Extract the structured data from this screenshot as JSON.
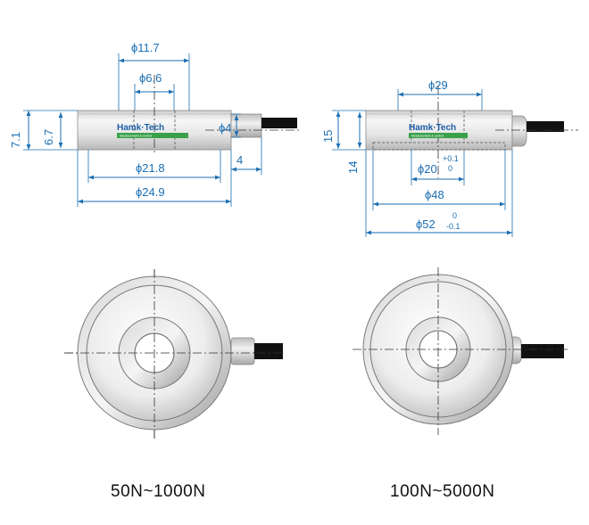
{
  "left": {
    "brand": "Hamk·Tech",
    "brand_sub": "Measurement & control",
    "dims": {
      "d_top": "ϕ11.7",
      "d_inner": "ϕ6.6",
      "d_mid": "ϕ21.8",
      "d_outer": "ϕ24.9",
      "d_cable": "ϕ4",
      "cable_len": "4",
      "h_total": "7.1",
      "h_body": "6.7"
    },
    "caption": "50N~1000N"
  },
  "right": {
    "brand": "Hamk·Tech",
    "brand_sub": "Measurement & control",
    "dims": {
      "d_top": "ϕ29",
      "d_hole_base": "ϕ20",
      "d_hole_tol_upper": "+0.1",
      "d_hole_tol_lower": "0",
      "d_mid": "ϕ48",
      "d_outer_base": "ϕ52",
      "d_outer_tol_upper": "0",
      "d_outer_tol_lower": "-0.1",
      "h_total": "15",
      "h_body": "14"
    },
    "caption": "100N~5000N"
  },
  "colors": {
    "dimension": "#1b6fb3",
    "body_light": "#f4f4f4",
    "body_dark": "#9a9a9a",
    "cable": "#111111",
    "logo": "#1d5fa8",
    "logo_band": "#3aa04a"
  }
}
